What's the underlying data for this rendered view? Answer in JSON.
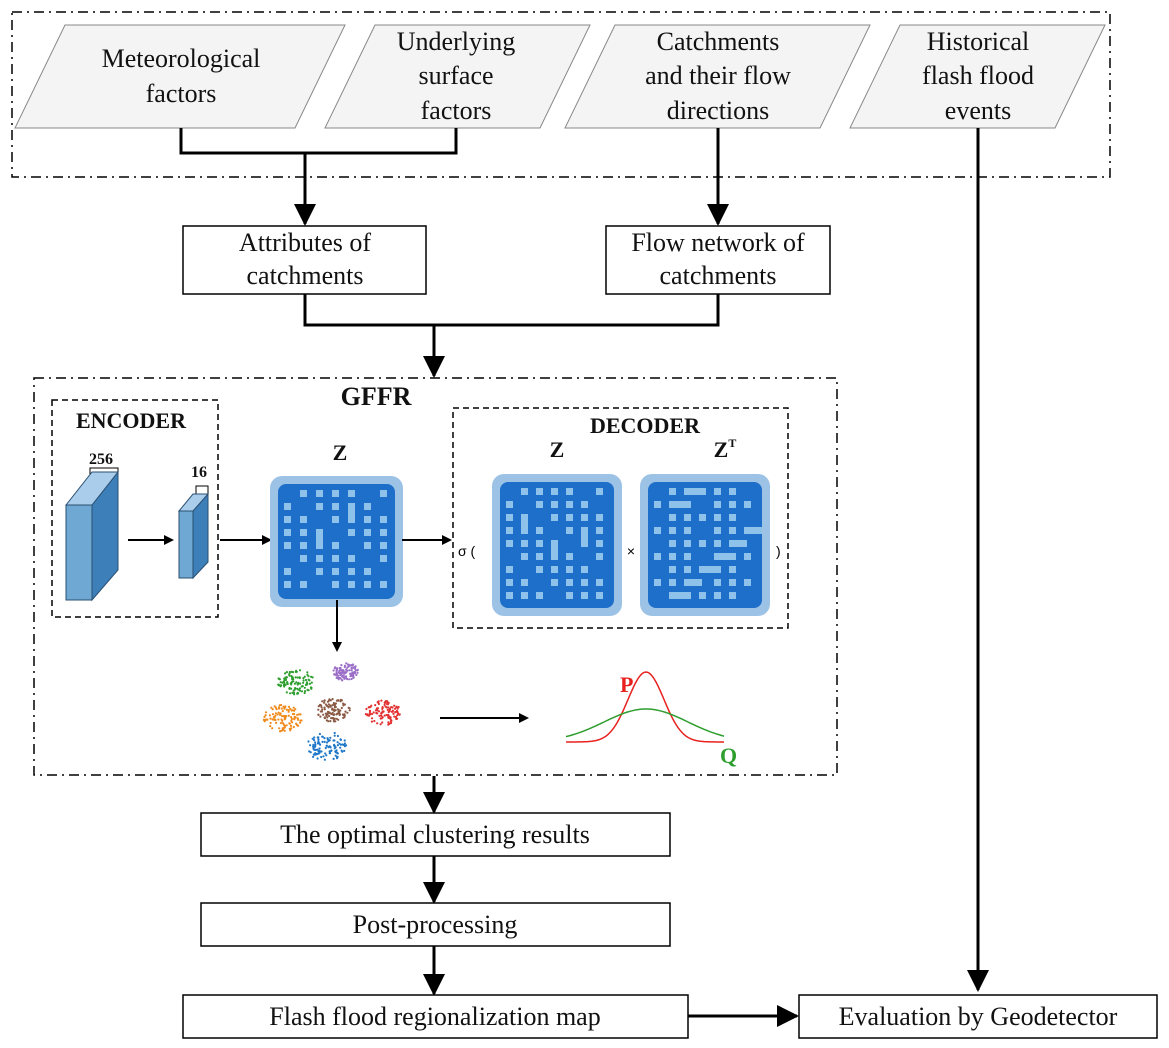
{
  "inputs": [
    {
      "lines": [
        "Meteorological",
        "factors"
      ]
    },
    {
      "lines": [
        "Underlying",
        "surface",
        "factors"
      ]
    },
    {
      "lines": [
        "Catchments",
        "and their flow",
        "directions"
      ]
    },
    {
      "lines": [
        "Historical",
        "flash flood",
        "events"
      ]
    }
  ],
  "processes": {
    "attributes": [
      "Attributes of",
      "catchments"
    ],
    "flow_network": [
      "Flow network of",
      "catchments"
    ],
    "clustering": "The optimal clustering results",
    "postprocessing": "Post-processing",
    "regionalization": "Flash flood regionalization map",
    "evaluation": "Evaluation by Geodetector"
  },
  "gffr": {
    "title": "GFFR",
    "encoder": {
      "title": "ENCODER",
      "dim_in": "256",
      "dim_out": "16"
    },
    "z_label": "Z",
    "decoder": {
      "title": "DECODER",
      "z_label": "Z",
      "zt_label": "Z",
      "zt_sup": "T",
      "sigma": "σ (",
      "times": "×",
      "close": ")"
    },
    "dist": {
      "p_label": "P",
      "q_label": "Q"
    }
  },
  "colors": {
    "matrix_bg": "#1e6fc9",
    "matrix_frame": "#9cc3e6",
    "matrix_cell": "#8ec2ea",
    "cube_front": "#6fa8d3",
    "cube_side": "#3d7fb8",
    "cube_top": "#a9cdea",
    "p_curve": "#e8211f",
    "q_curve": "#2e9e2e",
    "clusters": [
      "#2e9e2e",
      "#9b6fc8",
      "#8a5a44",
      "#f08a1c",
      "#e23232",
      "#1f77c8"
    ]
  }
}
